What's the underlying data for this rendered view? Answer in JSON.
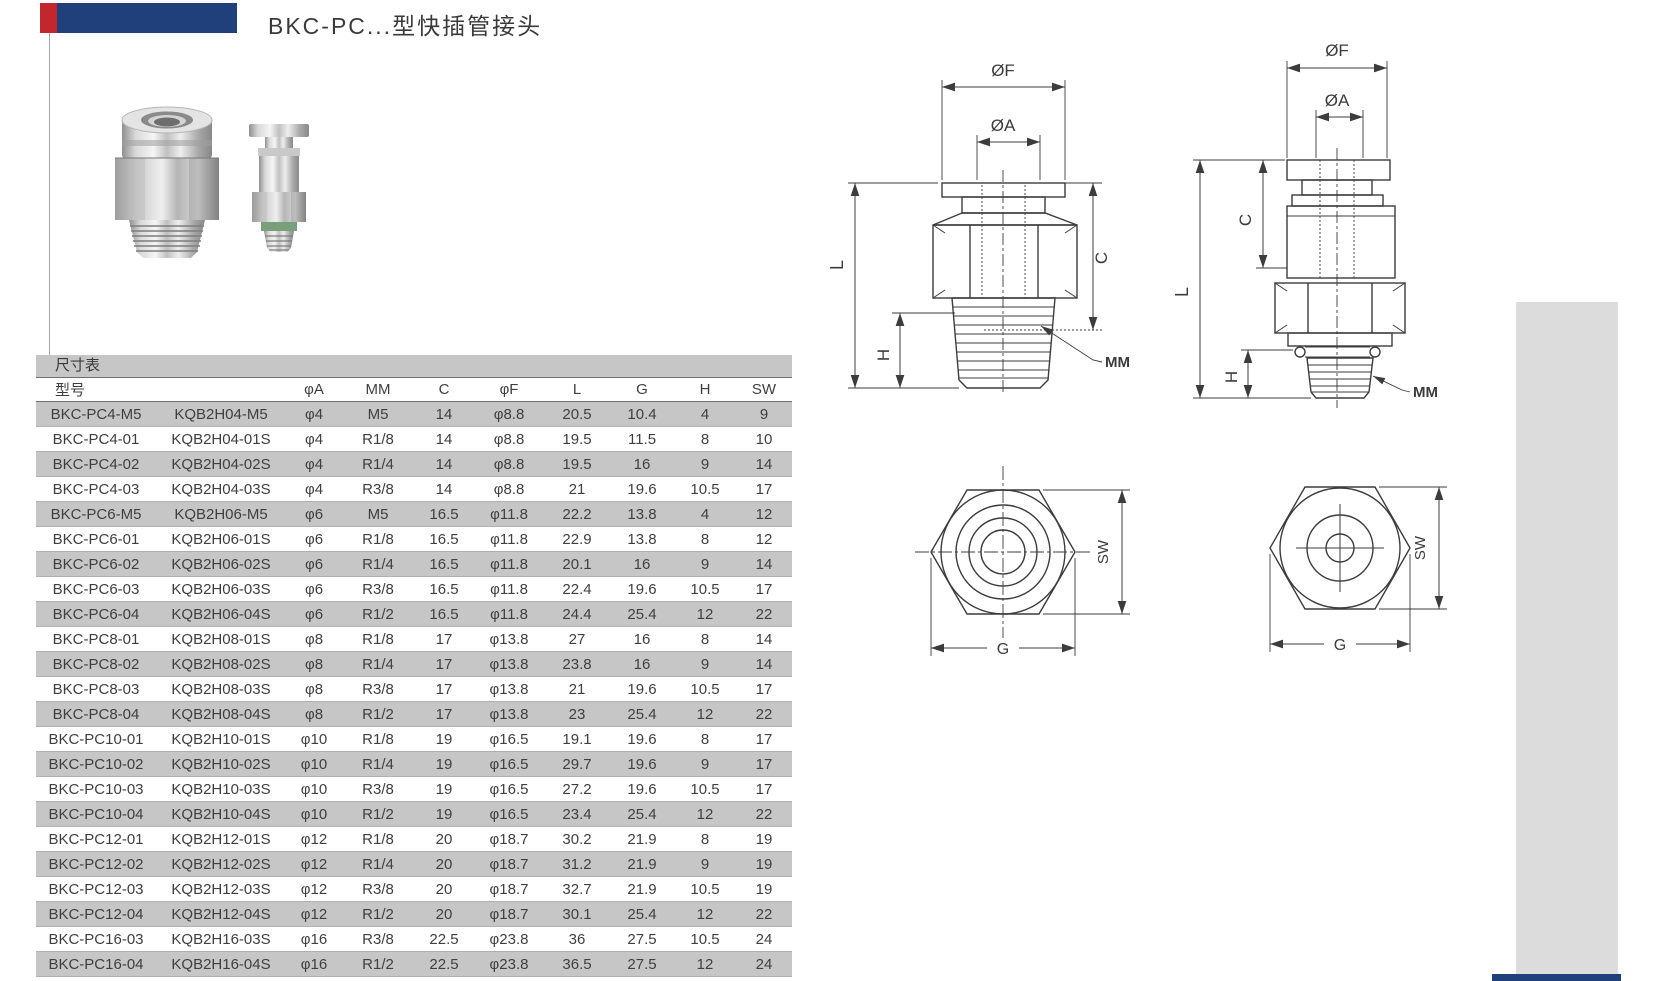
{
  "header": {
    "title": "BKC-PC...型快插管接头"
  },
  "accents": {
    "red": "#c1272d",
    "blue": "#20407c",
    "table_gray": "#c6c6c6",
    "sidebar_gray": "#dcdcdc"
  },
  "table": {
    "caption": "尺寸表",
    "headers": {
      "model": "型号",
      "cols": [
        "φA",
        "MM",
        "C",
        "φF",
        "L",
        "G",
        "H",
        "SW"
      ]
    },
    "rows": [
      [
        "BKC-PC4-M5",
        "KQB2H04-M5",
        "φ4",
        "M5",
        "14",
        "φ8.8",
        "20.5",
        "10.4",
        "4",
        "9"
      ],
      [
        "BKC-PC4-01",
        "KQB2H04-01S",
        "φ4",
        "R1/8",
        "14",
        "φ8.8",
        "19.5",
        "11.5",
        "8",
        "10"
      ],
      [
        "BKC-PC4-02",
        "KQB2H04-02S",
        "φ4",
        "R1/4",
        "14",
        "φ8.8",
        "19.5",
        "16",
        "9",
        "14"
      ],
      [
        "BKC-PC4-03",
        "KQB2H04-03S",
        "φ4",
        "R3/8",
        "14",
        "φ8.8",
        "21",
        "19.6",
        "10.5",
        "17"
      ],
      [
        "BKC-PC6-M5",
        "KQB2H06-M5",
        "φ6",
        "M5",
        "16.5",
        "φ11.8",
        "22.2",
        "13.8",
        "4",
        "12"
      ],
      [
        "BKC-PC6-01",
        "KQB2H06-01S",
        "φ6",
        "R1/8",
        "16.5",
        "φ11.8",
        "22.9",
        "13.8",
        "8",
        "12"
      ],
      [
        "BKC-PC6-02",
        "KQB2H06-02S",
        "φ6",
        "R1/4",
        "16.5",
        "φ11.8",
        "20.1",
        "16",
        "9",
        "14"
      ],
      [
        "BKC-PC6-03",
        "KQB2H06-03S",
        "φ6",
        "R3/8",
        "16.5",
        "φ11.8",
        "22.4",
        "19.6",
        "10.5",
        "17"
      ],
      [
        "BKC-PC6-04",
        "KQB2H06-04S",
        "φ6",
        "R1/2",
        "16.5",
        "φ11.8",
        "24.4",
        "25.4",
        "12",
        "22"
      ],
      [
        "BKC-PC8-01",
        "KQB2H08-01S",
        "φ8",
        "R1/8",
        "17",
        "φ13.8",
        "27",
        "16",
        "8",
        "14"
      ],
      [
        "BKC-PC8-02",
        "KQB2H08-02S",
        "φ8",
        "R1/4",
        "17",
        "φ13.8",
        "23.8",
        "16",
        "9",
        "14"
      ],
      [
        "BKC-PC8-03",
        "KQB2H08-03S",
        "φ8",
        "R3/8",
        "17",
        "φ13.8",
        "21",
        "19.6",
        "10.5",
        "17"
      ],
      [
        "BKC-PC8-04",
        "KQB2H08-04S",
        "φ8",
        "R1/2",
        "17",
        "φ13.8",
        "23",
        "25.4",
        "12",
        "22"
      ],
      [
        "BKC-PC10-01",
        "KQB2H10-01S",
        "φ10",
        "R1/8",
        "19",
        "φ16.5",
        "19.1",
        "19.6",
        "8",
        "17"
      ],
      [
        "BKC-PC10-02",
        "KQB2H10-02S",
        "φ10",
        "R1/4",
        "19",
        "φ16.5",
        "29.7",
        "19.6",
        "9",
        "17"
      ],
      [
        "BKC-PC10-03",
        "KQB2H10-03S",
        "φ10",
        "R3/8",
        "19",
        "φ16.5",
        "27.2",
        "19.6",
        "10.5",
        "17"
      ],
      [
        "BKC-PC10-04",
        "KQB2H10-04S",
        "φ10",
        "R1/2",
        "19",
        "φ16.5",
        "23.4",
        "25.4",
        "12",
        "22"
      ],
      [
        "BKC-PC12-01",
        "KQB2H12-01S",
        "φ12",
        "R1/8",
        "20",
        "φ18.7",
        "30.2",
        "21.9",
        "8",
        "19"
      ],
      [
        "BKC-PC12-02",
        "KQB2H12-02S",
        "φ12",
        "R1/4",
        "20",
        "φ18.7",
        "31.2",
        "21.9",
        "9",
        "19"
      ],
      [
        "BKC-PC12-03",
        "KQB2H12-03S",
        "φ12",
        "R3/8",
        "20",
        "φ18.7",
        "32.7",
        "21.9",
        "10.5",
        "19"
      ],
      [
        "BKC-PC12-04",
        "KQB2H12-04S",
        "φ12",
        "R1/2",
        "20",
        "φ18.7",
        "30.1",
        "25.4",
        "12",
        "22"
      ],
      [
        "BKC-PC16-03",
        "KQB2H16-03S",
        "φ16",
        "R3/8",
        "22.5",
        "φ23.8",
        "36",
        "27.5",
        "10.5",
        "24"
      ],
      [
        "BKC-PC16-04",
        "KQB2H16-04S",
        "φ16",
        "R1/2",
        "22.5",
        "φ23.8",
        "36.5",
        "27.5",
        "12",
        "24"
      ]
    ]
  },
  "drawings": {
    "front_left": {
      "phi_f": "ØF",
      "phi_a": "ØA",
      "l": "L",
      "h": "H",
      "c": "C",
      "mm": "MM"
    },
    "front_right": {
      "phi_f": "ØF",
      "phi_a": "ØA",
      "l": "L",
      "h": "H",
      "c": "C",
      "mm": "MM"
    },
    "hex_left": {
      "sw": "SW",
      "g": "G"
    },
    "hex_right": {
      "sw": "SW",
      "g": "G"
    }
  }
}
